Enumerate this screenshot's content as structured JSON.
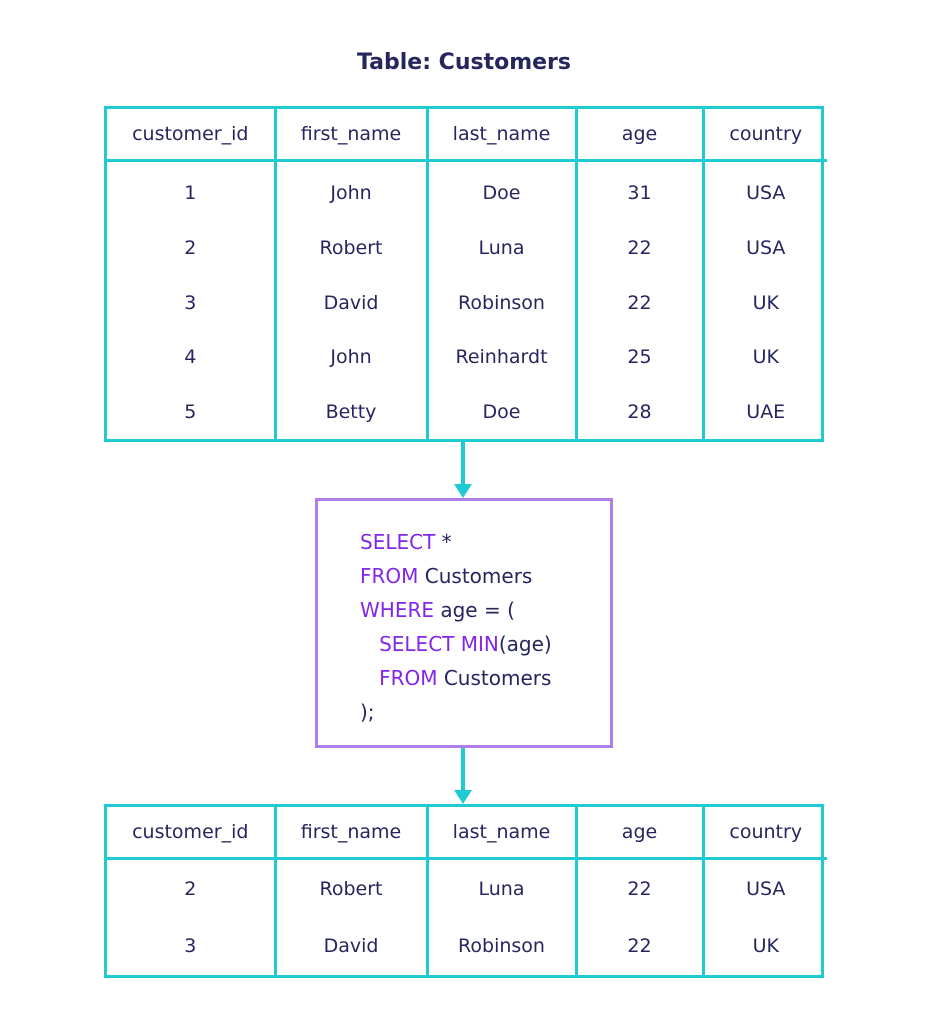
{
  "title": "Table: Customers",
  "colors": {
    "table_border": "#1ecbd2",
    "query_border": "#b07de8",
    "keyword": "#8227e8",
    "text": "#25265e"
  },
  "columns": [
    "customer_id",
    "first_name",
    "last_name",
    "age",
    "country"
  ],
  "source_rows": [
    [
      "1",
      "John",
      "Doe",
      "31",
      "USA"
    ],
    [
      "2",
      "Robert",
      "Luna",
      "22",
      "USA"
    ],
    [
      "3",
      "David",
      "Robinson",
      "22",
      "UK"
    ],
    [
      "4",
      "John",
      "Reinhardt",
      "25",
      "UK"
    ],
    [
      "5",
      "Betty",
      "Doe",
      "28",
      "UAE"
    ]
  ],
  "query": {
    "lines": [
      {
        "indent": "",
        "keyword": "SELECT",
        "rest": " *"
      },
      {
        "indent": "",
        "keyword": "FROM",
        "rest": " Customers"
      },
      {
        "indent": "",
        "keyword": "WHERE",
        "rest": " age = ("
      },
      {
        "indent": "   ",
        "keyword": "SELECT MIN",
        "rest": "(age)"
      },
      {
        "indent": "   ",
        "keyword": "FROM",
        "rest": " Customers"
      },
      {
        "indent": "",
        "keyword": "",
        "rest": ");"
      }
    ]
  },
  "result_rows": [
    [
      "2",
      "Robert",
      "Luna",
      "22",
      "USA"
    ],
    [
      "3",
      "David",
      "Robinson",
      "22",
      "UK"
    ]
  ]
}
